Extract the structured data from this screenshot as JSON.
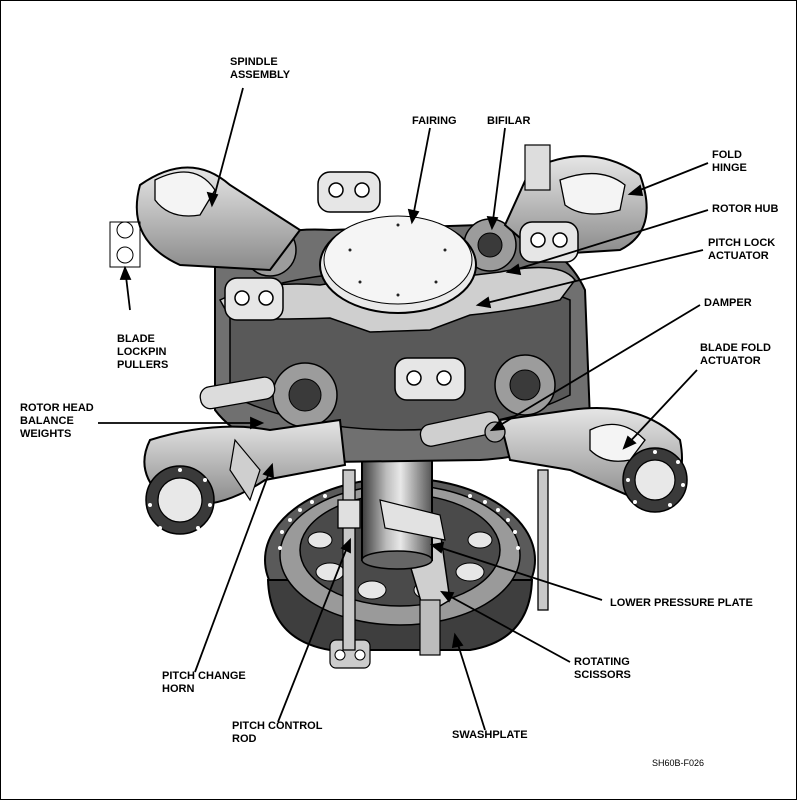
{
  "labels": {
    "spindle_assembly": [
      "SPINDLE",
      "ASSEMBLY"
    ],
    "fairing": [
      "FAIRING"
    ],
    "bifilar": [
      "BIFILAR"
    ],
    "fold_hinge": [
      "FOLD",
      "HINGE"
    ],
    "rotor_hub": [
      "ROTOR HUB"
    ],
    "pitch_lock_actuator": [
      "PITCH LOCK",
      "ACTUATOR"
    ],
    "damper": [
      "DAMPER"
    ],
    "blade_fold_actuator": [
      "BLADE FOLD",
      "ACTUATOR"
    ],
    "blade_lockpin_pullers": [
      "BLADE",
      "LOCKPIN",
      "PULLERS"
    ],
    "rotor_head_balance_weights": [
      "ROTOR HEAD",
      "BALANCE",
      "WEIGHTS"
    ],
    "lower_pressure_plate": [
      "LOWER PRESSURE PLATE"
    ],
    "rotating_scissors": [
      "ROTATING",
      "SCISSORS"
    ],
    "pitch_change_horn": [
      "PITCH CHANGE",
      "HORN"
    ],
    "pitch_control_rod": [
      "PITCH CONTROL",
      "ROD"
    ],
    "swashplate": [
      "SWASHPLATE"
    ]
  },
  "figure_code": "SH60B-F026",
  "colors": {
    "line": "#000000",
    "dark_metal": "#4a4a4a",
    "mid_metal": "#8c8c8c",
    "light_metal": "#d4d4d4",
    "highlight": "#f2f2f2"
  }
}
